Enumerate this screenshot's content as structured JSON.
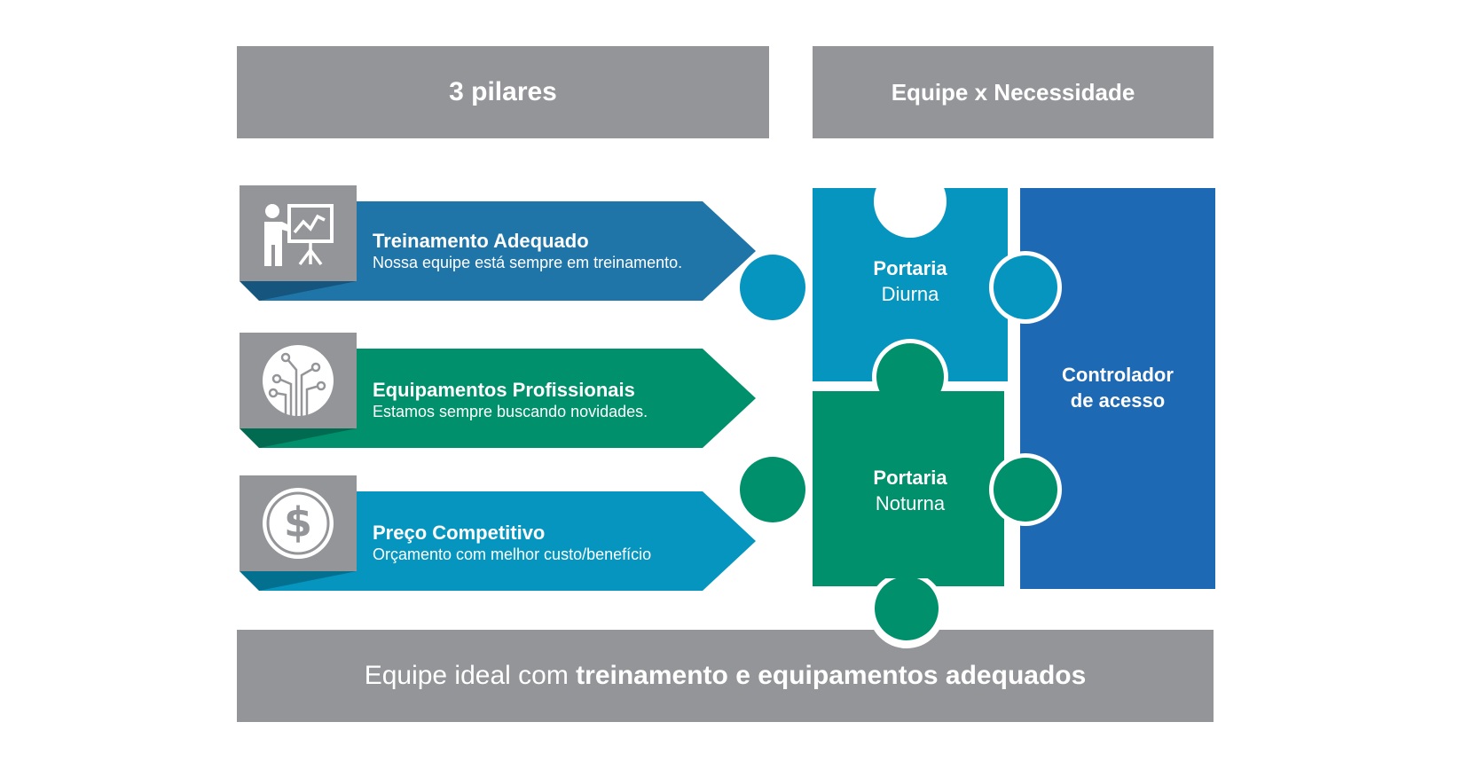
{
  "header": {
    "left_title": "3 pilares",
    "right_title": "Equipe x Necessidade"
  },
  "pillars": [
    {
      "title": "Treinamento Adequado",
      "description": "Nossa equipe está sempre em treinamento.",
      "icon": "presentation-icon",
      "color": "#1f75a8",
      "shadow": "#16557e"
    },
    {
      "title": "Equipamentos Profissionais",
      "description": "Estamos sempre buscando novidades.",
      "icon": "circuit-icon",
      "color": "#00906b",
      "shadow": "#006b50"
    },
    {
      "title": "Preço Competitivo",
      "description": "Orçamento com melhor custo/benefício",
      "icon": "dollar-icon",
      "color": "#0595bf",
      "shadow": "#04708f"
    }
  ],
  "puzzle": {
    "day": {
      "title": "Portaria",
      "subtitle": "Diurna",
      "color": "#0595bf"
    },
    "night": {
      "title": "Portaria",
      "subtitle": "Noturna",
      "color": "#00906b"
    },
    "controller": {
      "line1": "Controlador",
      "line2": "de acesso",
      "color": "#1e69b4"
    }
  },
  "footer": {
    "text_normal": "Equipe ideal com ",
    "text_bold": "treinamento e equipamentos adequados"
  },
  "colors": {
    "header_gray": "#939598",
    "background": "#ffffff"
  }
}
